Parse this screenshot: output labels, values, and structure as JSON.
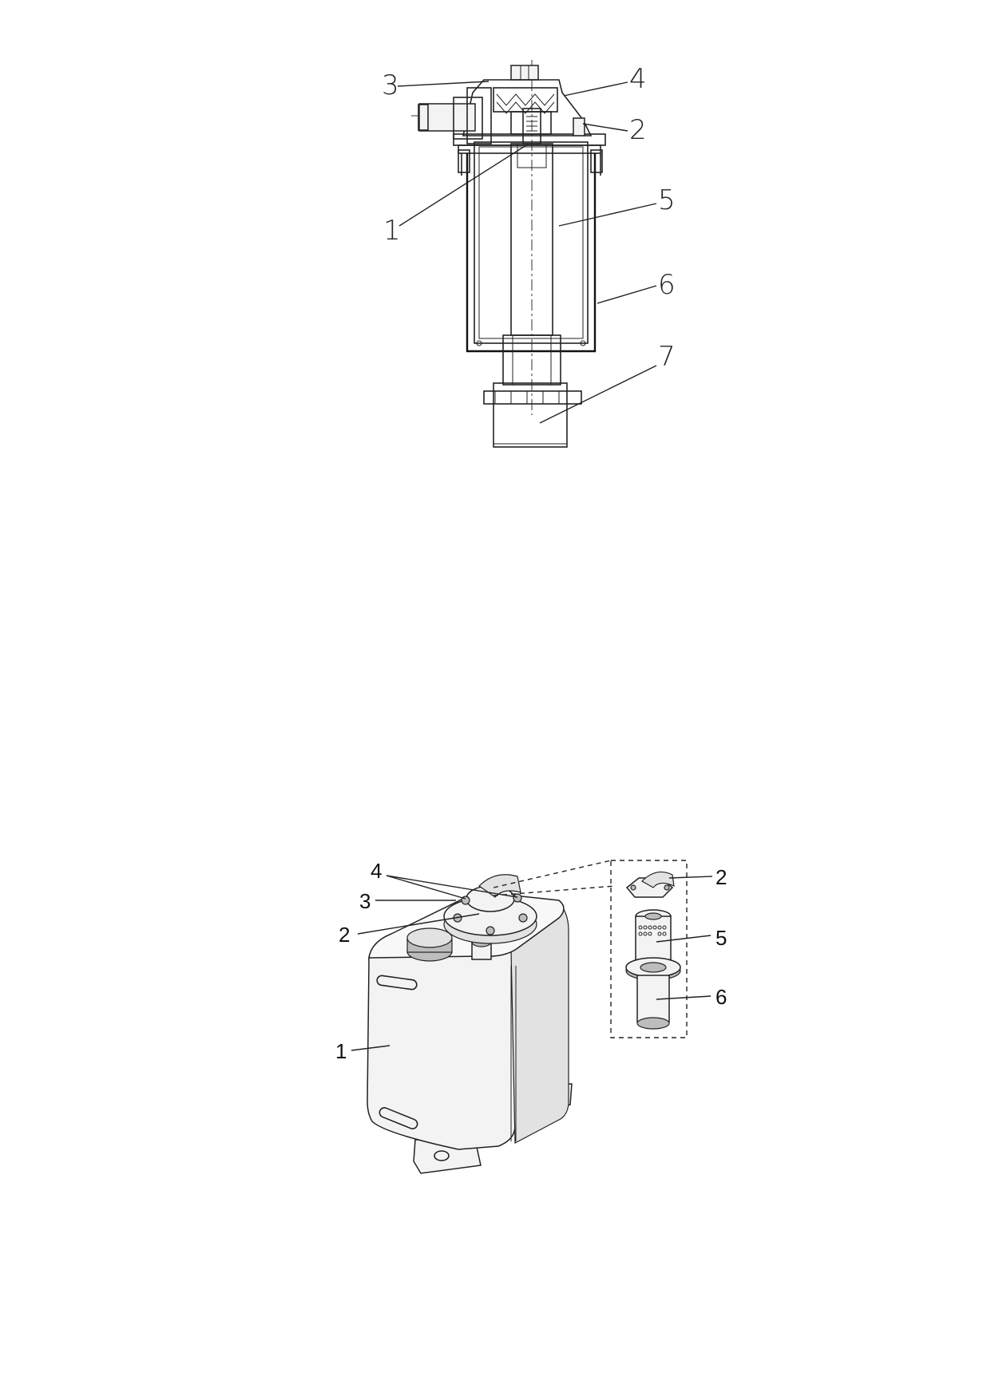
{
  "figures": [
    {
      "callouts": [
        "3",
        "4",
        "2",
        "1",
        "5",
        "6",
        "7"
      ]
    },
    {
      "callouts": [
        "4",
        "3",
        "2",
        "1",
        "2",
        "5",
        "6"
      ]
    }
  ],
  "colors": {
    "line": "#222222",
    "background": "#ffffff",
    "shade": "#e2e2e2"
  }
}
